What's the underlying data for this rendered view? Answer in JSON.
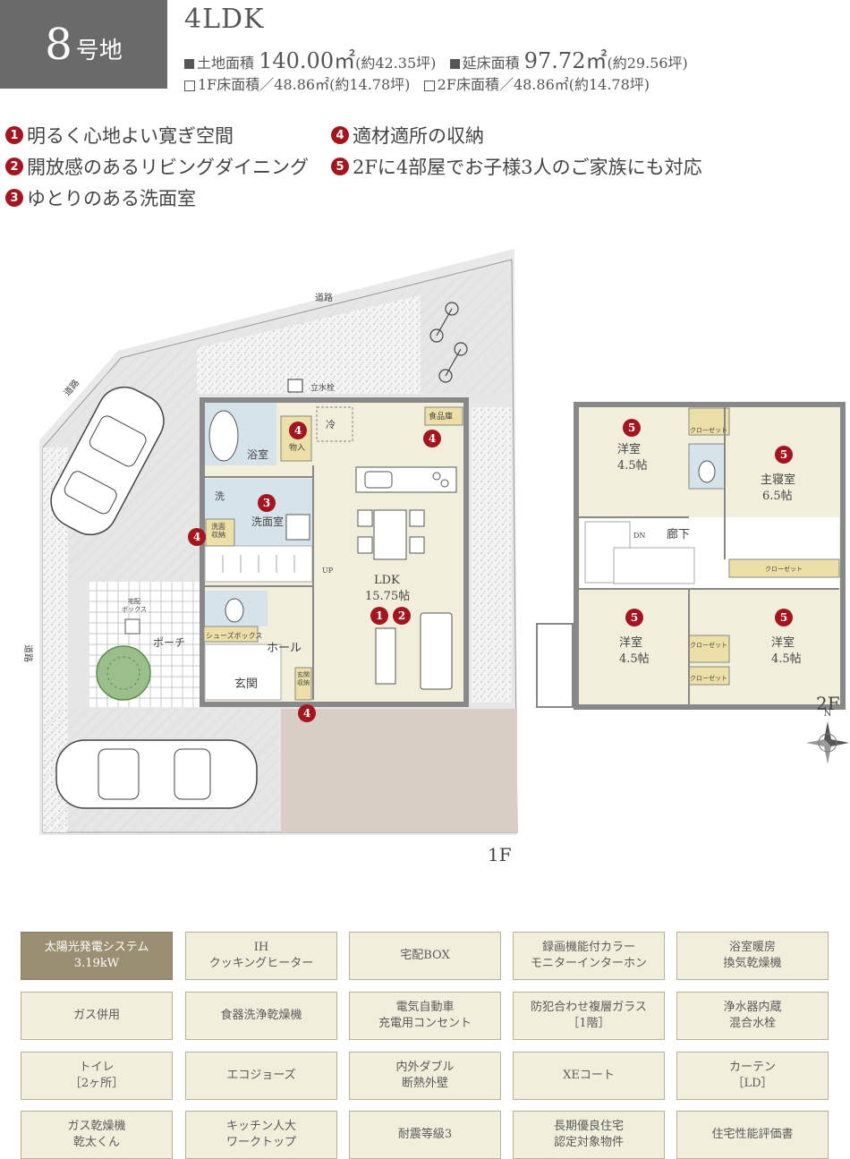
{
  "header": {
    "lot_number": "8",
    "lot_suffix": "号地",
    "plan_type": "4LDK",
    "land_area_label": "土地面積",
    "land_area_value": "140.00㎡",
    "land_area_tsubo": "(約42.35坪)",
    "floor_area_label": "延床面積",
    "floor_area_value": "97.72㎡",
    "floor_area_tsubo": "(約29.56坪)",
    "floor1_area": "1F床面積／48.86㎡(約14.78坪)",
    "floor2_area": "2F床面積／48.86㎡(約14.78坪)"
  },
  "features": [
    {
      "num": "1",
      "text": "明るく心地よい寛ぎ空間"
    },
    {
      "num": "2",
      "text": "開放感のあるリビングダイニング"
    },
    {
      "num": "3",
      "text": "ゆとりのある洗面室"
    },
    {
      "num": "4",
      "text": "適材適所の収納"
    },
    {
      "num": "5",
      "text": "2Fに4部屋でお子様3人のご家族にも対応"
    }
  ],
  "floor1": {
    "label": "1F",
    "road_top": "道路",
    "road_diag": "道路",
    "road_left": "道路",
    "water_tap": "立水栓",
    "bath": "浴室",
    "storage": "物入",
    "fridge": "冷",
    "pantry": "食品庫",
    "wash": "洗",
    "washroom": "洗面室",
    "wash_storage": "洗面\n収納",
    "up": "UP",
    "ldk": "LDK",
    "ldk_size": "15.75帖",
    "delivery_box": "宅配\nボックス",
    "porch": "ポーチ",
    "shoe_box": "シューズボックス",
    "hall": "ホール",
    "entrance": "玄関",
    "entrance_storage": "玄関\n収納"
  },
  "floor2": {
    "label": "2F",
    "room_nw": "洋室",
    "room_nw_size": "4.5帖",
    "master": "主寝室",
    "master_size": "6.5帖",
    "closet": "クローゼット",
    "dn": "DN",
    "corridor": "廊下",
    "room_sw": "洋室",
    "room_sw_size": "4.5帖",
    "room_se": "洋室",
    "room_se_size": "4.5帖"
  },
  "compass": "N",
  "equipment": [
    "太陽光発電システム\n3.19kW",
    "IH\nクッキングヒーター",
    "宅配BOX",
    "録画機能付カラー\nモニターインターホン",
    "浴室暖房\n換気乾燥機",
    "ガス併用",
    "食器洗浄乾燥機",
    "電気自動車\n充電用コンセント",
    "防犯合わせ複層ガラス\n［1階］",
    "浄水器内蔵\n混合水栓",
    "トイレ\n［2ヶ所］",
    "エコジョーズ",
    "内外ダブル\n断熱外壁",
    "XEコート",
    "カーテン\n［LD］",
    "ガス乾燥機\n乾太くん",
    "キッチン人大\nワークトップ",
    "耐震等級3",
    "長期優良住宅\n認定対象物件",
    "住宅性能評価書"
  ],
  "colors": {
    "accent_red": "#a3161f",
    "room_cream": "#f1eedc",
    "wet_area_blue": "#d7e3ea",
    "storage_yellow": "#ece0a8",
    "wall": "#888888",
    "garden_tan": "#d8cec6",
    "badge_gray": "#6a6a6a",
    "highlight_tan": "#9a8f72"
  }
}
